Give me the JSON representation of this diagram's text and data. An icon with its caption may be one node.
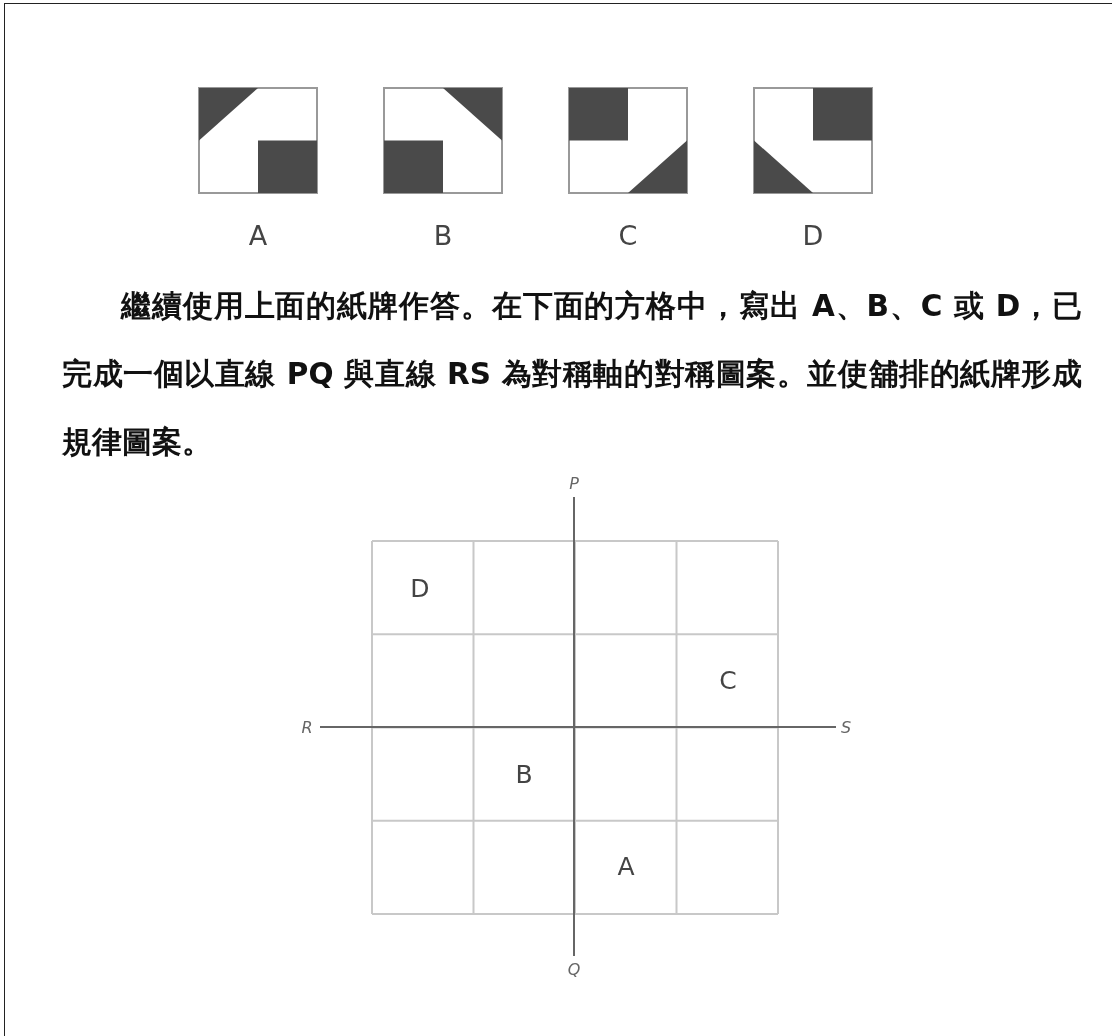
{
  "diagram": {
    "nodes": [
      {
        "text": [
          "A"
        ]
      },
      {
        "text": [
          "B"
        ]
      },
      {
        "text": [
          "C"
        ]
      },
      {
        "text": [
          "D"
        ]
      }
    ],
    "labels": [
      "繼續使用上面的紙牌作答。在下面的方格中，寫出 A、B、C 或 D，已完成一個以直線 PQ 與直線 RS 為對稱軸的對稱圖案。並使舖排的紙牌形成規律圖案。",
      "P",
      "D",
      "C",
      "R",
      "S",
      "B",
      "A",
      "Q"
    ]
  }
}
